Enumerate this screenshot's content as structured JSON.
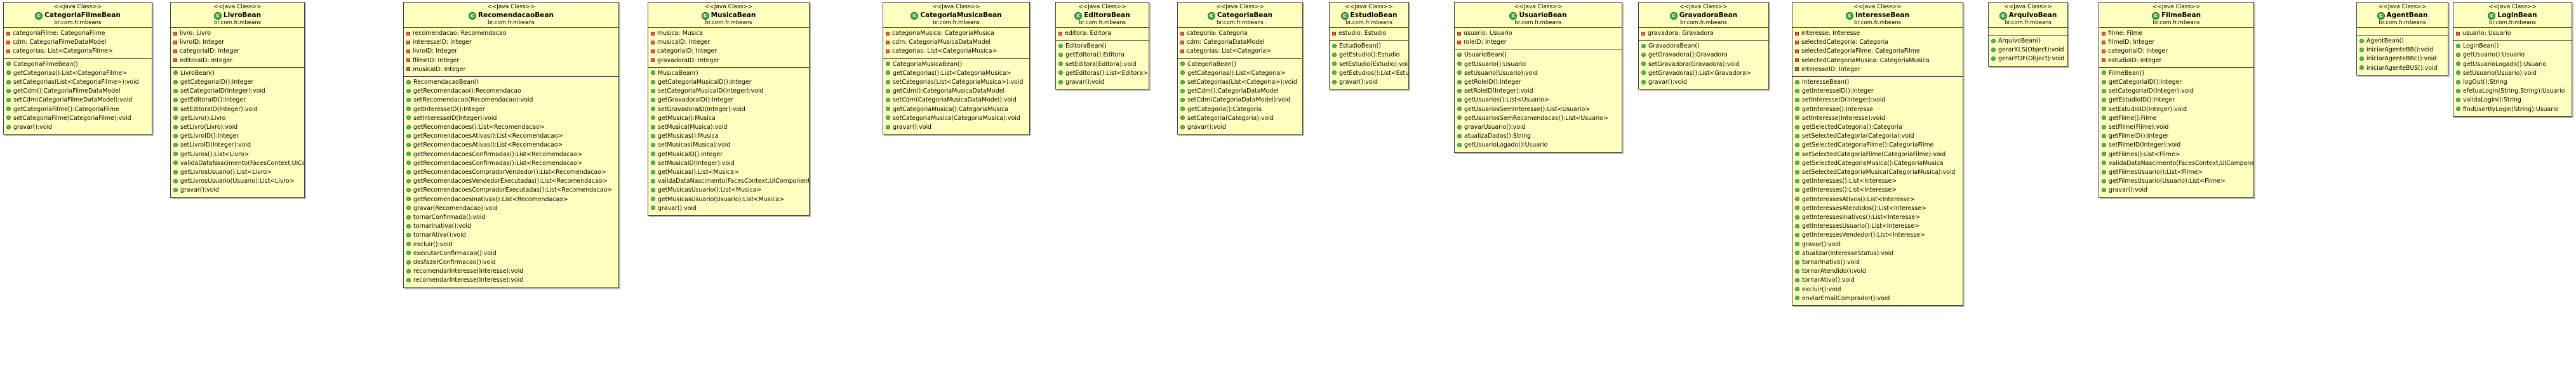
{
  "stereotype": "<<Java Class>>",
  "classes": [
    {
      "name": "CategoriaFilmeBean",
      "package": "br.com.fr.mbeans",
      "attributes": [
        "categoriaFilme: CategoriaFilme",
        "cdm: CategoriaFilmeDataModel",
        "categorias: List<CategoriaFilme>"
      ],
      "methods": [
        "CategoriaFilmeBean()",
        "getCategorias():List<CategoriaFilme>",
        "setCategorias(List<CategoriaFilme>):void",
        "getCdm():CategoriaFilmeDataModel",
        "setCdm(CategoriaFilmeDataModel):void",
        "getCategoriaFilme():CategoriaFilme",
        "setCategoriaFilme(CategoriaFilme):void",
        "gravar():void"
      ]
    },
    {
      "name": "LivroBean",
      "package": "br.com.fr.mbeans",
      "attributes": [
        "livro: Livro",
        "livroID: Integer",
        "categoriaID: Integer",
        "editoraID: Integer"
      ],
      "methods": [
        "LivroBean()",
        "getCategoriaID():Integer",
        "setCategoriaID(Integer):void",
        "getEditoraID():Integer",
        "setEditoraID(Integer):void",
        "getLivro():Livro",
        "setLivro(Livro):void",
        "getLivroID():Integer",
        "setLivroID(Integer):void",
        "getLivros():List<Livro>",
        "validaDataNascimento(FacesContext,UIComponent,Object):void",
        "getLivrosUsuario():List<Livro>",
        "getLivrosUsuario(Usuario):List<Livro>",
        "gravar():void"
      ]
    },
    {
      "name": "RecomendacaoBean",
      "package": "br.com.fr.mbeans",
      "attributes": [
        "recomendacao: Recomendacao",
        "interesseID: Integer",
        "livroID: Integer",
        "filmeID: Integer",
        "musicaID: Integer"
      ],
      "methods": [
        "RecomendacaoBean()",
        "getRecomendacao():Recomendacao",
        "setRecomendacao(Recomendacao):void",
        "getInteresseID():Integer",
        "setInteresseID(Integer):void",
        "getRecomendacoes():List<Recomendacao>",
        "getRecomendacoesAtivas():List<Recomendacao>",
        "getRecomendacoesAtivas():List<Recomendacao>",
        "getRecomendacoesConfirmadas():List<Recomendacao>",
        "getRecomendacoesConfirmadas():List<Recomendacao>",
        "getRecomendacoesCompradorVendedor():List<Recomendacao>",
        "getRecomendacoesVendedorExecutadas():List<Recomendacao>",
        "getRecomendacoesCompradorExecutadas():List<Recomendacao>",
        "getRecomendacoesInativas():List<Recomendacao>",
        "gravar(Recomendacao):void",
        "tornarConfirmada():void",
        "tornarInativa():void",
        "tornarAtiva():void",
        "excluir():void",
        "executarConfirmacao():void",
        "desfazerConfirmacao():void",
        "recomendarInteresse(Interesse):void",
        "recomendarInteresse(Interesse):void"
      ]
    },
    {
      "name": "MusicaBean",
      "package": "br.com.fr.mbeans",
      "attributes": [
        "musica: Musica",
        "musicaID: Integer",
        "categoriaID: Integer",
        "gravadoraID: Integer"
      ],
      "methods": [
        "MusicaBean()",
        "getCategoriaMusicaID():Integer",
        "setCategoriaMusicaID(Integer):void",
        "getGravadoraID():Integer",
        "setGravadoraID(Integer):void",
        "getMusica():Musica",
        "setMusica(Musica):void",
        "getMusicas():Musica",
        "setMusicas(Musica):void",
        "getMusicaID():Integer",
        "setMusicaID(Integer):void",
        "getMusicas():List<Musica>",
        "validaDataNascimento(FacesContext,UIComponent,Object):void",
        "getMusicasUsuario():List<Musica>",
        "getMusicasUsuario(Usuario):List<Musica>",
        "gravar():void"
      ]
    },
    {
      "name": "CategoriaMusicaBean",
      "package": "br.com.fr.mbeans",
      "attributes": [
        "categoriaMusica: CategoriaMusica",
        "cdm: CategoriaMusicaDataModel",
        "categorias: List<CategoriaMusica>"
      ],
      "methods": [
        "CategoriaMusicaBean()",
        "getCategorias():List<CategoriaMusica>",
        "setCategorias(List<CategoriaMusica>):void",
        "getCdm():CategoriaMusicaDataModel",
        "setCdm(CategoriaMusicaDataModel):void",
        "getCategoriaMusica():CategoriaMusica",
        "setCategoriaMusica(CategoriaMusica):void",
        "gravar():void"
      ]
    },
    {
      "name": "EditoraBean",
      "package": "br.com.fr.mbeans",
      "attributes": [
        "editora: Editora"
      ],
      "methods": [
        "EditoraBean()",
        "getEditora():Editora",
        "setEditora(Editora):void",
        "getEditoras():List<Editora>",
        "gravar():void"
      ]
    },
    {
      "name": "CategoriaBean",
      "package": "br.com.fr.mbeans",
      "attributes": [
        "categoria: Categoria",
        "cdm: CategoriaDataModel",
        "categorias: List<Categoria>"
      ],
      "methods": [
        "CategoriaBean()",
        "getCategorias():List<Categoria>",
        "setCategorias(List<Categoria>):void",
        "getCdm():CategoriaDataModel",
        "setCdm(CategoriaDataModel):void",
        "getCategoria():Categoria",
        "setCategoria(Categoria):void",
        "gravar():void"
      ]
    },
    {
      "name": "EstudioBean",
      "package": "br.com.fr.mbeans",
      "attributes": [
        "estudio: Estudio"
      ],
      "methods": [
        "EstudioBean()",
        "getEstudio():Estudio",
        "setEstudio(Estudio):void",
        "getEstudios():List<Estudio>",
        "gravar():void"
      ]
    },
    {
      "name": "UsuarioBean",
      "package": "br.com.fr.mbeans",
      "attributes": [
        "usuario: Usuario",
        "roleID: Integer"
      ],
      "methods": [
        "UsuarioBean()",
        "getUsuario():Usuario",
        "setUsuario(Usuario):void",
        "getRoleID():Integer",
        "setRoleID(Integer):void",
        "getUsuarios():List<Usuario>",
        "getUsuariosSemInteresse():List<Usuario>",
        "getUsuariosSemRecomendacao():List<Usuario>",
        "gravarUsuario():void",
        "atualizaDados():String",
        "getUsuarioLogado():Usuario"
      ]
    },
    {
      "name": "GravadoraBean",
      "package": "br.com.fr.mbeans",
      "attributes": [
        "gravadora: Gravadora"
      ],
      "methods": [
        "GravadoraBean()",
        "getGravadora():Gravadora",
        "setGravadora(Gravadora):void",
        "getGravadoras():List<Gravadora>",
        "gravar():void"
      ]
    },
    {
      "name": "InteresseBean",
      "package": "br.com.fr.mbeans",
      "attributes": [
        "interesse: Interesse",
        "selectedCategoria: Categoria",
        "selectedCategoriaFilme: CategoriaFilme",
        "selectedCategoriaMusica: CategoriaMusica",
        "interesseID: Integer"
      ],
      "methods": [
        "InteresseBean()",
        "getInteresseID():Integer",
        "setInteresseID(Integer):void",
        "getInteresse():Interesse",
        "setInteresse(Interesse):void",
        "getSelectedCategoria():Categoria",
        "setSelectedCategoria(Categoria):void",
        "getSelectedCategoriaFilme():CategoriaFilme",
        "setSelectedCategoriaFilme(CategoriaFilme):void",
        "getSelectedCategoriaMusica():CategoriaMusica",
        "setSelectedCategoriaMusica(CategoriaMusica):void",
        "getInteresses():List<Interesse>",
        "getInteresses():List<Interesse>",
        "getInteressesAtivos():List<Interesse>",
        "getInteressesAtendidos():List<Interesse>",
        "getInteressesInativos():List<Interesse>",
        "getInteressesUsuario():List<Interesse>",
        "getInteressesVendedor():List<Interesse>",
        "gravar():void",
        "atualizar(InteresseStatus):void",
        "tornarInativo():void",
        "tornarAtendido():void",
        "tornarAtivo():void",
        "excluir():void",
        "enviarEmailComprador():void"
      ]
    },
    {
      "name": "ArquivoBean",
      "package": "br.com.fr.mbeans",
      "attributes": [],
      "methods": [
        "ArquivoBean()",
        "gerarXLS(Object):void",
        "gerarPDF(Object):void"
      ]
    },
    {
      "name": "FilmeBean",
      "package": "br.com.fr.mbeans",
      "attributes": [
        "filme: Filme",
        "filmeID: Integer",
        "categoriaID: Integer",
        "estudioID: Integer"
      ],
      "methods": [
        "FilmeBean()",
        "getCategoriaID():Integer",
        "setCategoriaID(Integer):void",
        "getEstudioID():Integer",
        "setEstudioID(Integer):void",
        "getFilme():Filme",
        "setFilme(Filme):void",
        "getFilmeID():Integer",
        "setFilmeID(Integer):void",
        "getFilmes():List<Filme>",
        "validaDataNascimento(FacesContext,UIComponent,Object):void",
        "getFilmesUsuario():List<Filme>",
        "getFilmesUsuario(Usuario):List<Filme>",
        "gravar():void"
      ]
    },
    {
      "name": "AgentBean",
      "package": "br.com.fr.mbeans",
      "attributes": [],
      "methods": [
        "AgentBean()",
        "iniciarAgenteBB():void",
        "iniciarAgenteBBc():void",
        "iniciarAgenteBUS():void"
      ]
    },
    {
      "name": "LoginBean",
      "package": "br.com.fr.mbeans",
      "attributes": [
        "usuario: Usuario"
      ],
      "methods": [
        "LoginBean()",
        "getUsuario():Usuario",
        "getUsuarioLogado():Usuario",
        "setUsuario(Usuario):void",
        "logOut():String",
        "efetuaLogin(String,String):Usuario",
        "validaLogin():String",
        "findUserByLogin(String):Usuario"
      ]
    }
  ]
}
